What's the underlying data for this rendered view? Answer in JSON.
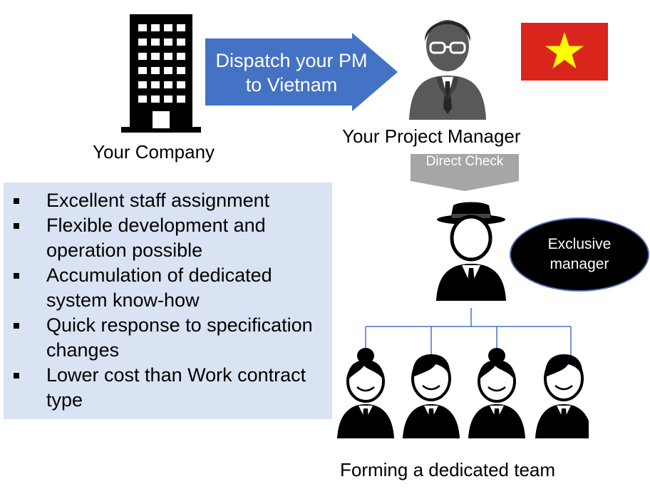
{
  "company": {
    "label": "Your Company"
  },
  "dispatch": {
    "text": "Dispatch your PM to Vietnam"
  },
  "project_manager": {
    "label": "Your Project Manager"
  },
  "direct_check": {
    "text": "Direct Check"
  },
  "exclusive_manager": {
    "text": "Exclusive\nmanager"
  },
  "team": {
    "label": "Forming a dedicated team"
  },
  "benefits": {
    "items": [
      "Excellent staff assignment",
      "Flexible development and operation possible",
      "Accumulation of dedicated system know-how",
      "Quick response to specification changes",
      "Lower cost than Work contract type"
    ]
  },
  "colors": {
    "arrow_blue": "#4472c4",
    "arrow_gray": "#a6a6a6",
    "panel_bg": "#dae3f3",
    "flag_red": "#da251d",
    "flag_star": "#ffff00"
  },
  "icons": [
    "office-building-icon",
    "project-manager-icon",
    "vietnam-flag-icon",
    "manager-fedora-icon",
    "team-member-icon"
  ]
}
